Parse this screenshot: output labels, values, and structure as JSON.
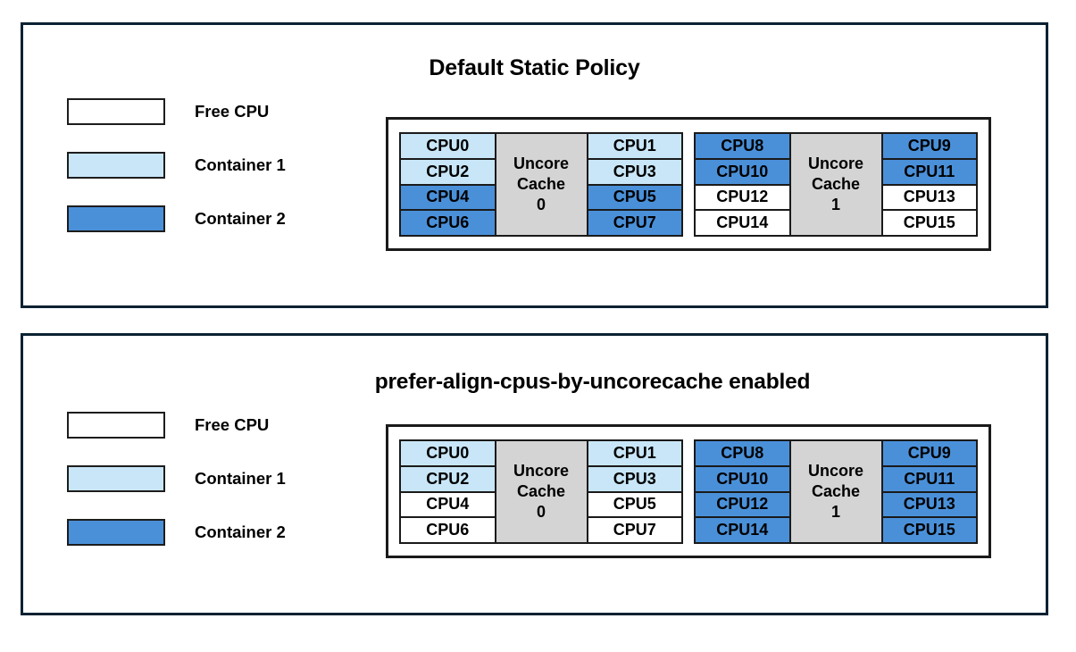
{
  "colors": {
    "free": "#ffffff",
    "container1": "#c8e6f7",
    "container2": "#4a90d9",
    "cache": "#d4d4d4",
    "border": "#1a1a1a",
    "panel_border": "#0b2232"
  },
  "legend": {
    "items": [
      {
        "label": "Free CPU",
        "key": "free"
      },
      {
        "label": "Container 1",
        "key": "container1"
      },
      {
        "label": "Container 2",
        "key": "container2"
      }
    ]
  },
  "panels": [
    {
      "id": "default-static-policy",
      "title": "Default Static Policy",
      "groups": [
        {
          "cache_label_line1": "Uncore",
          "cache_label_line2": "Cache",
          "cache_label_line3": "0",
          "left_cpus": [
            {
              "label": "CPU0",
              "fill": "container1"
            },
            {
              "label": "CPU2",
              "fill": "container1"
            },
            {
              "label": "CPU4",
              "fill": "container2"
            },
            {
              "label": "CPU6",
              "fill": "container2"
            }
          ],
          "right_cpus": [
            {
              "label": "CPU1",
              "fill": "container1"
            },
            {
              "label": "CPU3",
              "fill": "container1"
            },
            {
              "label": "CPU5",
              "fill": "container2"
            },
            {
              "label": "CPU7",
              "fill": "container2"
            }
          ]
        },
        {
          "cache_label_line1": "Uncore",
          "cache_label_line2": "Cache",
          "cache_label_line3": "1",
          "left_cpus": [
            {
              "label": "CPU8",
              "fill": "container2"
            },
            {
              "label": "CPU10",
              "fill": "container2"
            },
            {
              "label": "CPU12",
              "fill": "free"
            },
            {
              "label": "CPU14",
              "fill": "free"
            }
          ],
          "right_cpus": [
            {
              "label": "CPU9",
              "fill": "container2"
            },
            {
              "label": "CPU11",
              "fill": "container2"
            },
            {
              "label": "CPU13",
              "fill": "free"
            },
            {
              "label": "CPU15",
              "fill": "free"
            }
          ]
        }
      ]
    },
    {
      "id": "prefer-align-cpus-by-uncorecache-enabled",
      "title": "prefer-align-cpus-by-uncorecache enabled",
      "groups": [
        {
          "cache_label_line1": "Uncore",
          "cache_label_line2": "Cache",
          "cache_label_line3": "0",
          "left_cpus": [
            {
              "label": "CPU0",
              "fill": "container1"
            },
            {
              "label": "CPU2",
              "fill": "container1"
            },
            {
              "label": "CPU4",
              "fill": "free"
            },
            {
              "label": "CPU6",
              "fill": "free"
            }
          ],
          "right_cpus": [
            {
              "label": "CPU1",
              "fill": "container1"
            },
            {
              "label": "CPU3",
              "fill": "container1"
            },
            {
              "label": "CPU5",
              "fill": "free"
            },
            {
              "label": "CPU7",
              "fill": "free"
            }
          ]
        },
        {
          "cache_label_line1": "Uncore",
          "cache_label_line2": "Cache",
          "cache_label_line3": "1",
          "left_cpus": [
            {
              "label": "CPU8",
              "fill": "container2"
            },
            {
              "label": "CPU10",
              "fill": "container2"
            },
            {
              "label": "CPU12",
              "fill": "container2"
            },
            {
              "label": "CPU14",
              "fill": "container2"
            }
          ],
          "right_cpus": [
            {
              "label": "CPU9",
              "fill": "container2"
            },
            {
              "label": "CPU11",
              "fill": "container2"
            },
            {
              "label": "CPU13",
              "fill": "container2"
            },
            {
              "label": "CPU15",
              "fill": "container2"
            }
          ]
        }
      ]
    }
  ]
}
